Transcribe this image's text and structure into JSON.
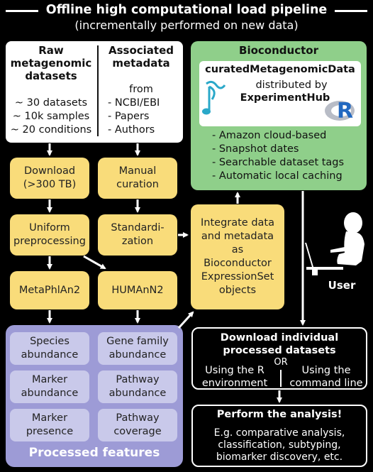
{
  "header": {
    "title": "Offline high computational load pipeline",
    "subtitle": "(incrementally performed on new data)"
  },
  "raw": {
    "heading": "Raw\nmetagenomic\ndatasets",
    "items": "~ 30 datasets\n~ 10k samples\n~ 20 conditions"
  },
  "meta": {
    "heading": "Associated\nmetadata",
    "from": "from",
    "items": "- NCBI/EBI\n- Papers\n- Authors"
  },
  "bioc": {
    "heading": "Bioconductor",
    "pkg": "curatedMetagenomicData",
    "distributed": "distributed by",
    "hub": "ExperimentHub",
    "r_letter": "R",
    "features": "- Amazon cloud-based\n- Snapshot dates\n- Searchable dataset tags\n- Automatic local caching"
  },
  "steps": {
    "download": "Download\n(>300 TB)",
    "curation": "Manual\ncuration",
    "uniform": "Uniform\npreprocessing",
    "standard": "Standardi-\nzation",
    "metaphlan": "MetaPhlAn2",
    "humann": "HUMAnN2",
    "integrate": "Integrate data\nand metadata\nas\nBioconductor\nExpressionSet\nobjects"
  },
  "features": {
    "label": "Processed features",
    "cells": [
      "Species\nabundance",
      "Gene family\nabundance",
      "Marker\nabundance",
      "Pathway\nabundance",
      "Marker\npresence",
      "Pathway\ncoverage"
    ]
  },
  "user": {
    "label": "User"
  },
  "download_box": {
    "heading": "Download individual\nprocessed datasets",
    "left": "Using the R\nenvironment",
    "or": "OR",
    "right": "Using the\ncommand line"
  },
  "analysis": {
    "heading": "Perform the analysis!",
    "body": "E.g. comparative analysis,\nclassification, subtyping,\nbiomarker discovery, etc."
  }
}
